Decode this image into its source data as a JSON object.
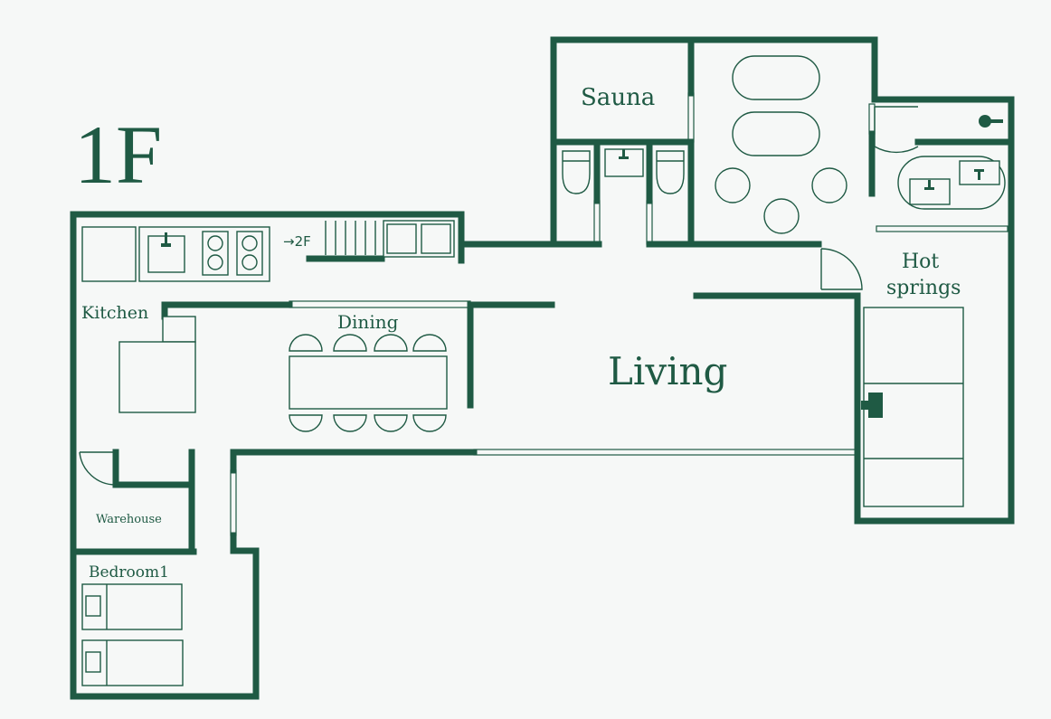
{
  "floor": {
    "label": "1F"
  },
  "rooms": {
    "sauna": "Sauna",
    "hot_springs_line1": "Hot",
    "hot_springs_line2": "springs",
    "kitchen": "Kitchen",
    "dining": "Dining",
    "living": "Living",
    "warehouse": "Warehouse",
    "bedroom1": "Bedroom1"
  },
  "stairs": {
    "label": "→2F"
  },
  "colors": {
    "wall": "#1f5a44",
    "background": "#f6f8f7"
  }
}
